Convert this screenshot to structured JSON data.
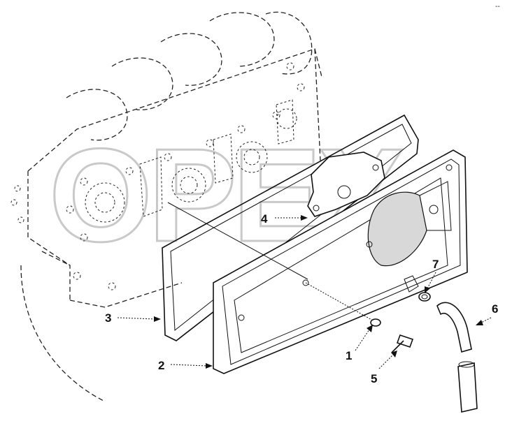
{
  "corner_mark": "--",
  "watermark": "OPEX",
  "callouts": [
    {
      "id": "1",
      "label": "1"
    },
    {
      "id": "2",
      "label": "2"
    },
    {
      "id": "3",
      "label": "3"
    },
    {
      "id": "4",
      "label": "4"
    },
    {
      "id": "5",
      "label": "5"
    },
    {
      "id": "6",
      "label": "6"
    },
    {
      "id": "7",
      "label": "7"
    }
  ]
}
